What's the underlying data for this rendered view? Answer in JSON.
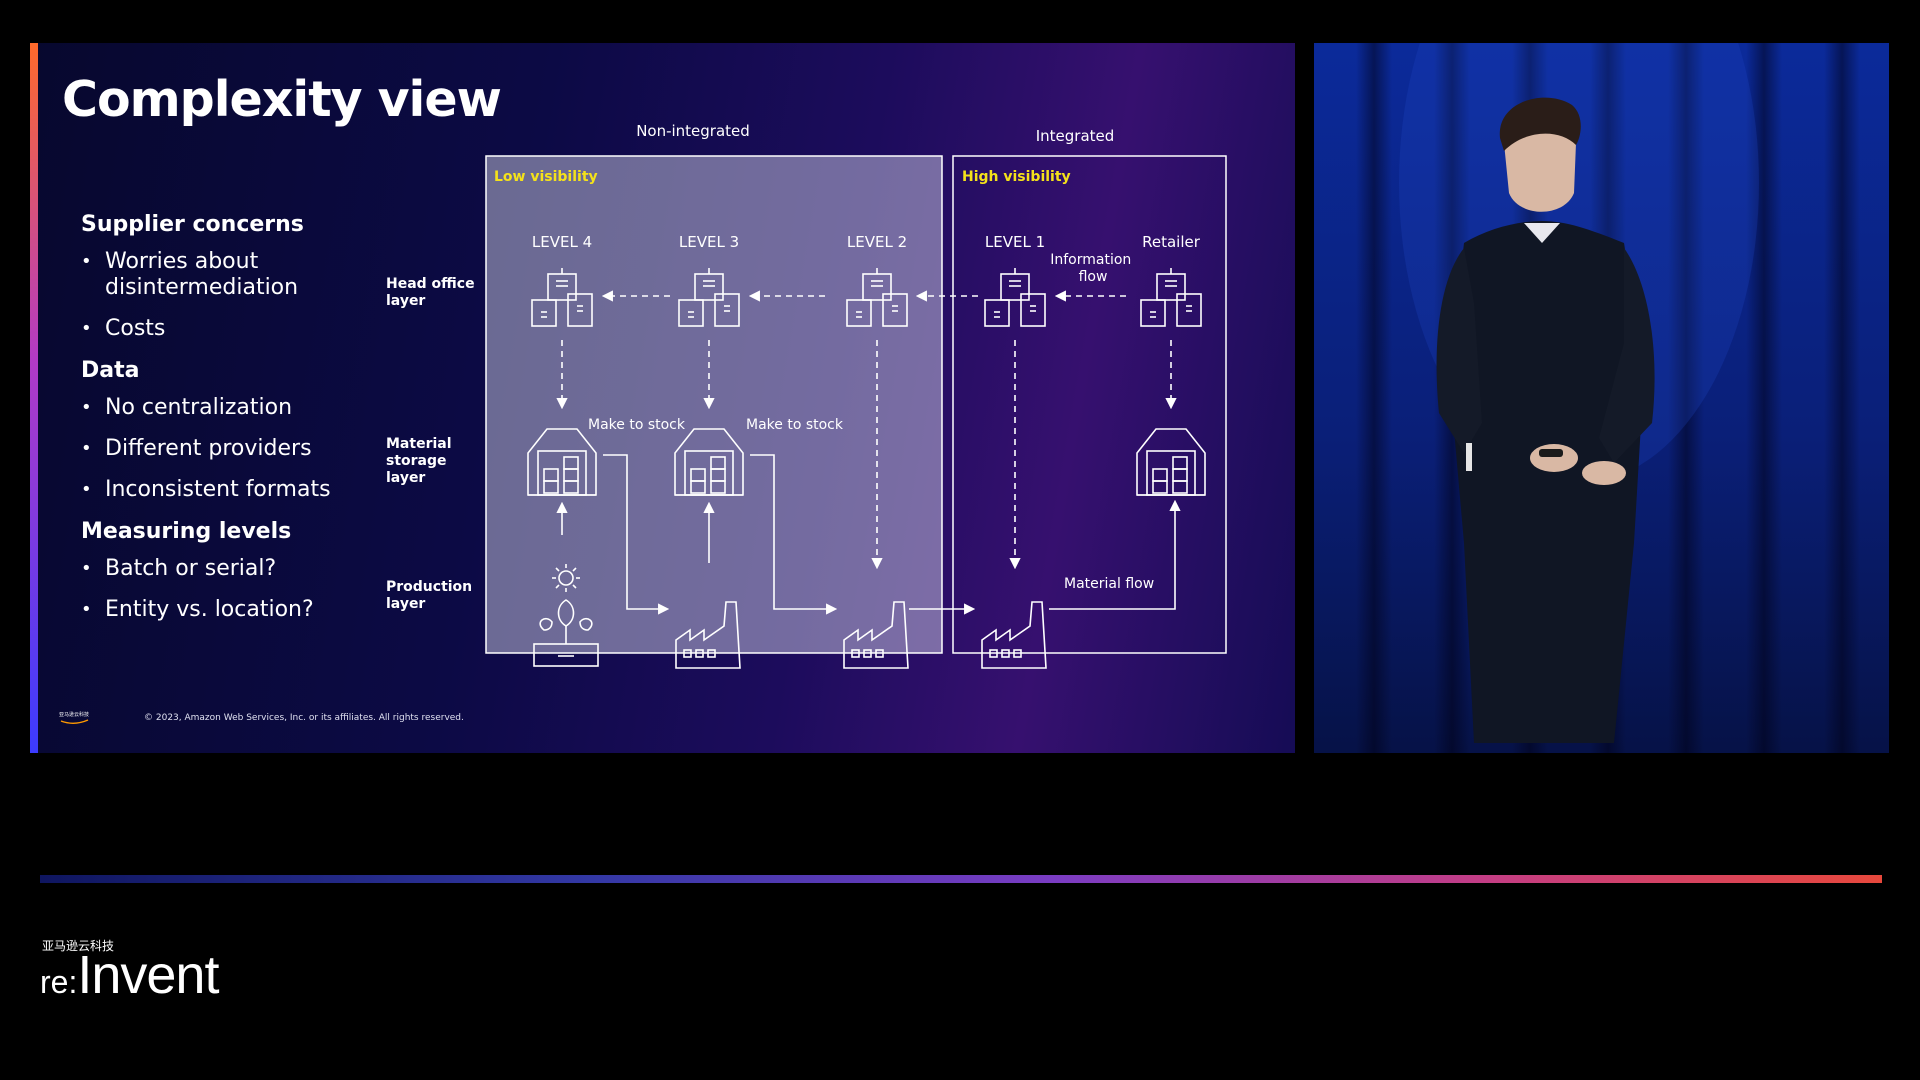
{
  "slide": {
    "title": "Complexity view",
    "sections": [
      {
        "heading": "Supplier concerns",
        "items": [
          "Worries about disintermediation",
          "Costs"
        ]
      },
      {
        "heading": "Data",
        "items": [
          "No centralization",
          "Different providers",
          "Inconsistent formats"
        ]
      },
      {
        "heading": "Measuring levels",
        "items": [
          "Batch or serial?",
          "Entity vs. location?"
        ]
      }
    ],
    "copyright": "© 2023, Amazon Web Services, Inc. or its affiliates. All rights reserved."
  },
  "diagram": {
    "col_nonintegrated": "Non-integrated",
    "col_integrated": "Integrated",
    "low_visibility": "Low visibility",
    "high_visibility": "High visibility",
    "layer_head_office": [
      "Head office",
      "layer"
    ],
    "layer_material": [
      "Material",
      "storage",
      "layer"
    ],
    "layer_production": [
      "Production",
      "layer"
    ],
    "level4": "LEVEL 4",
    "level3": "LEVEL 3",
    "level2": "LEVEL 2",
    "level1": "LEVEL 1",
    "retailer": "Retailer",
    "information_flow": [
      "Information",
      "flow"
    ],
    "make_to_stock_1": "Make to stock",
    "make_to_stock_2": "Make to stock",
    "material_flow": "Material flow",
    "highlight_color": "#f5e21a"
  },
  "branding": {
    "cn_text": "亚马逊云科技",
    "logo_re": "re:",
    "logo_invent": "Invent"
  }
}
